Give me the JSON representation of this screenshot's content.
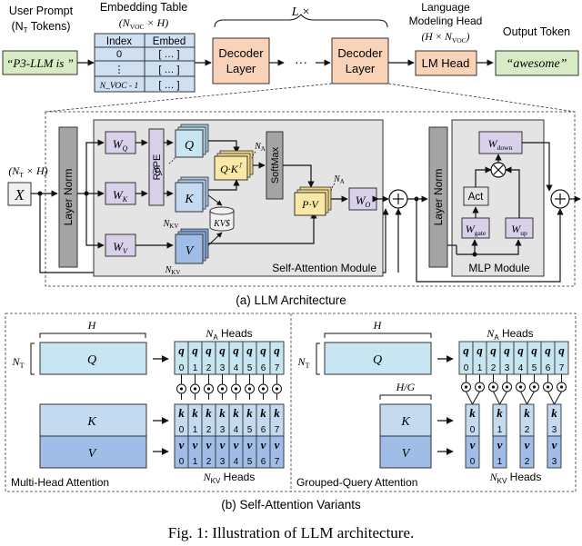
{
  "top": {
    "user_prompt_label": "User Prompt",
    "tokens_label_pre": "(N",
    "tokens_label_sub": "T",
    "tokens_label_post": " Tokens)",
    "prompt_text": "“P3-LLM is ”",
    "embedding_title": "Embedding Table",
    "embedding_dim": "(N",
    "embedding_dim_sub": "VOC",
    "embedding_dim_post": " × H)",
    "table_headers": [
      "Index",
      "Embed"
    ],
    "table_rows": [
      [
        "0",
        "[ … ]"
      ],
      [
        "⋮",
        "[ … ]"
      ],
      [
        "N_VOC - 1",
        "[ … ]"
      ]
    ],
    "layer_count": "L ×",
    "decoder_label_1": "Decoder",
    "decoder_label_2": "Layer",
    "ellipsis": "···",
    "lm_head_title_1": "Language",
    "lm_head_title_2": "Modeling Head",
    "lm_head_dim": "(H × N",
    "lm_head_dim_sub": "VOC",
    "lm_head_dim_post": ")",
    "lm_head_label": "LM Head",
    "output_title": "Output Token",
    "output_text": "“awesome”"
  },
  "arch": {
    "input_dim": "(N",
    "input_dim_sub": "T",
    "input_dim_post": " × H)",
    "input_var": "X",
    "layer_norm": "Layer Norm",
    "wq": "W",
    "wq_sub": "Q",
    "wk": "W",
    "wk_sub": "K",
    "wv": "W",
    "wv_sub": "V",
    "rope": "RoPE",
    "q": "Q",
    "k": "K",
    "v": "V",
    "qk": "Q·K",
    "qk_sup": "⊺",
    "softmax": "SoftMax",
    "pv": "P·V",
    "wo": "W",
    "wo_sub": "O",
    "kv_cache": "KV$",
    "na": "N",
    "na_sub": "A",
    "nkv": "N",
    "nkv_sub": "KV",
    "self_attn_label": "Self-Attention Module",
    "wdown": "W",
    "wdown_sub": "down",
    "act": "Act",
    "wgate": "W",
    "wgate_sub": "gate",
    "wup": "W",
    "wup_sub": "up",
    "mlp_label": "MLP Module",
    "caption_a": "(a) LLM Architecture"
  },
  "variants": {
    "h": "H",
    "h_over_g": "H/G",
    "nt": "N",
    "nt_sub": "T",
    "q": "Q",
    "k": "K",
    "v": "V",
    "na_heads": "N",
    "na_heads_sub": "A",
    "na_heads_post": " Heads",
    "nkv_heads": "N",
    "nkv_heads_sub": "KV",
    "nkv_heads_post": " Heads",
    "head_indices": [
      "0",
      "1",
      "2",
      "3",
      "4",
      "5",
      "6",
      "7"
    ],
    "gqa_kv_indices": [
      "0",
      "1",
      "2",
      "3"
    ],
    "q_letter": "q",
    "k_letter": "k",
    "v_letter": "v",
    "mha_label": "Multi-Head Attention",
    "gqa_label": "Grouped-Query Attention",
    "caption_b": "(b) Self-Attention Variants"
  },
  "figure_caption": "Fig. 1: Illustration of LLM architecture.",
  "colors": {
    "decoder_fill": "#f8d3b8",
    "lm_fill": "#f8d3b8",
    "prompt_fill": "#d7ecc4",
    "table_fill": "#cfe0f2",
    "module_fill": "#e4e4e4",
    "weight_fill": "#d9d1e9",
    "q_fill": "#c7e6f1",
    "k_fill": "#c4daf0",
    "v_fill": "#9fbde6",
    "qk_fill": "#f9e8a6",
    "layernorm_fill": "#a4a4a4"
  }
}
